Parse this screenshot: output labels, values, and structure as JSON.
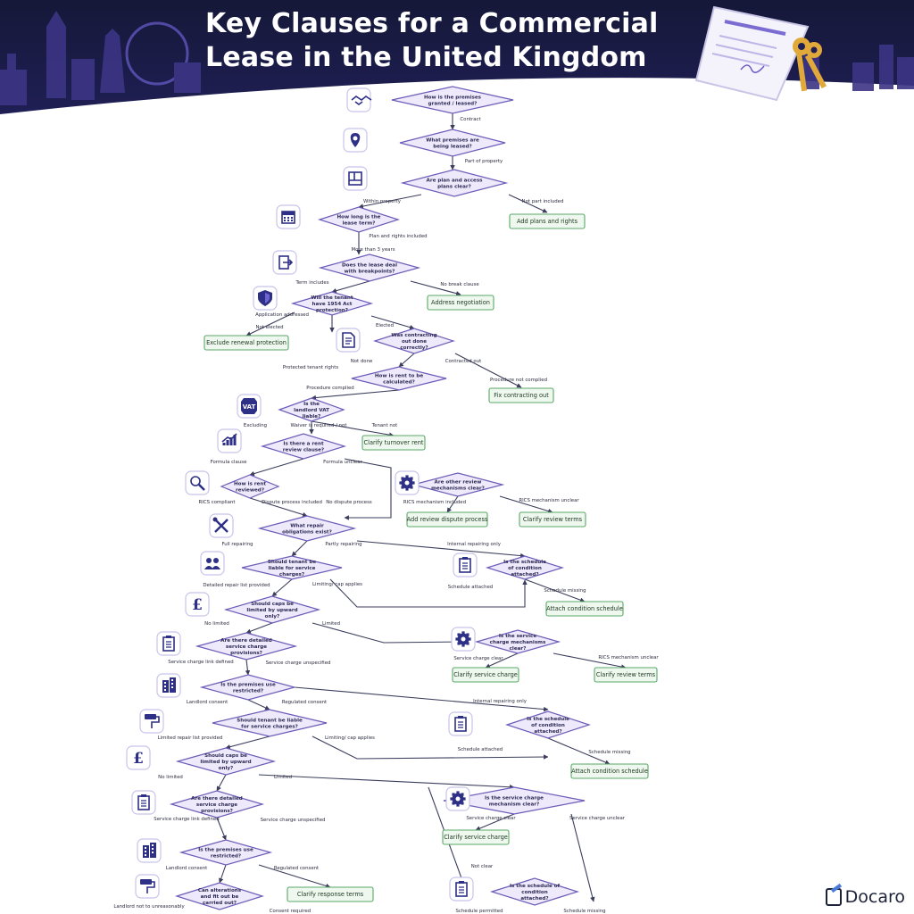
{
  "title": {
    "line1": "Key Clauses for a Commercial",
    "line2": "Lease in the United Kingdom"
  },
  "brand": "Docaro",
  "colors": {
    "header_dark": "#171a3a",
    "diamond_fill": "#eeeafb",
    "diamond_stroke": "#6d5cb8",
    "action_fill": "#eef8ee",
    "action_stroke": "#5aa769",
    "icon_color": "#2e2f86",
    "connector": "#3a3d5c"
  },
  "decisions": [
    "How is the premises granted / leased?",
    "What premises are being leased?",
    "Are plan and access plans clear?",
    "How long is the lease term?",
    "Does the lease deal with breakpoints?",
    "Will the tenant have 1954 Act protection?",
    "Was contracting out done correctly?",
    "How is rent to be calculated?",
    "Is the landlord VAT liable?",
    "Is there a rent review clause?",
    "How is rent reviewed?",
    "Are other review mechanisms clear?",
    "What repair obligations exist?",
    "Should tenant be liable for service charges?",
    "Is the schedule of condition attached?",
    "Should caps be limited by upward only?",
    "Is the service charge mechanisms clear?",
    "Are there detailed service charge provisions?",
    "Is the premises use restricted?",
    "Should tenant be liable for service charges?",
    "Is the schedule of condition attached?",
    "Should caps be limited by upward only?",
    "Is the service charge mechanism clear?",
    "Are there detailed service charge provisions?",
    "Is the premises use restricted?",
    "Is the schedule of condition attached?",
    "Can alterations and fit out be carried out?"
  ],
  "actions": [
    "Add plans and rights",
    "Address negotiation",
    "Exclude renewal protection",
    "Fix contracting out",
    "Clarify turnover rent",
    "Add review dispute process",
    "Clarify review terms",
    "Attach condition schedule",
    "Clarify service charge",
    "Clarify review terms",
    "Attach condition schedule",
    "Clarify service charge",
    "Clarify response terms"
  ],
  "edge_labels": [
    "Contract",
    "Part of property",
    "Within property",
    "Not part included",
    "Plan and rights included",
    "More than 3 years",
    "Term includes",
    "No break clause",
    "Application addressed",
    "Not elected",
    "Elected",
    "Not done",
    "Contracted out",
    "Protected tenant rights",
    "Procedure not complied",
    "Procedure complied",
    "Excluding",
    "Waiver is required / not",
    "Tenant not",
    "Formula clause",
    "Formula unclear",
    "RICS compliant",
    "Dispute process included",
    "No dispute process",
    "RICS mechanism included",
    "RICS mechanism unclear",
    "Full repairing",
    "Partly repairing",
    "Internal repairing only",
    "Detailed repair list provided",
    "Limiting/ cap applies",
    "Schedule attached",
    "Schedule missing",
    "No limited",
    "Limited",
    "Service charge clear",
    "RICS mechanism unclear",
    "Service charge link defined",
    "Service charge unspecified",
    "Landlord consent",
    "Regulated consent",
    "Internal repairing only",
    "Limited repair list provided",
    "Limiting/ cap applies",
    "Schedule attached",
    "Schedule missing",
    "No limited",
    "Limited",
    "Service charge clear",
    "Service charge unclear",
    "Service charge link defined",
    "Service charge unspecified",
    "Landlord consent",
    "Regulated consent",
    "Not clear",
    "Landlord not to unreasonably",
    "Consent required",
    "Schedule permitted",
    "Schedule missing"
  ],
  "icons": [
    "handshake-icon",
    "location-pin-icon",
    "floor-plan-icon",
    "calendar-icon",
    "exit-door-icon",
    "shield-icon",
    "document-icon",
    "vat-icon",
    "bar-chart-icon",
    "magnifier-icon",
    "gear-icon",
    "tools-icon",
    "people-icon",
    "clipboard-icon",
    "pound-icon",
    "clipboard-icon",
    "gear-icon",
    "building-icon",
    "paint-roller-icon",
    "clipboard-icon",
    "pound-icon",
    "clipboard-icon",
    "gear-icon",
    "building-icon",
    "paint-roller-icon",
    "clipboard-icon"
  ]
}
